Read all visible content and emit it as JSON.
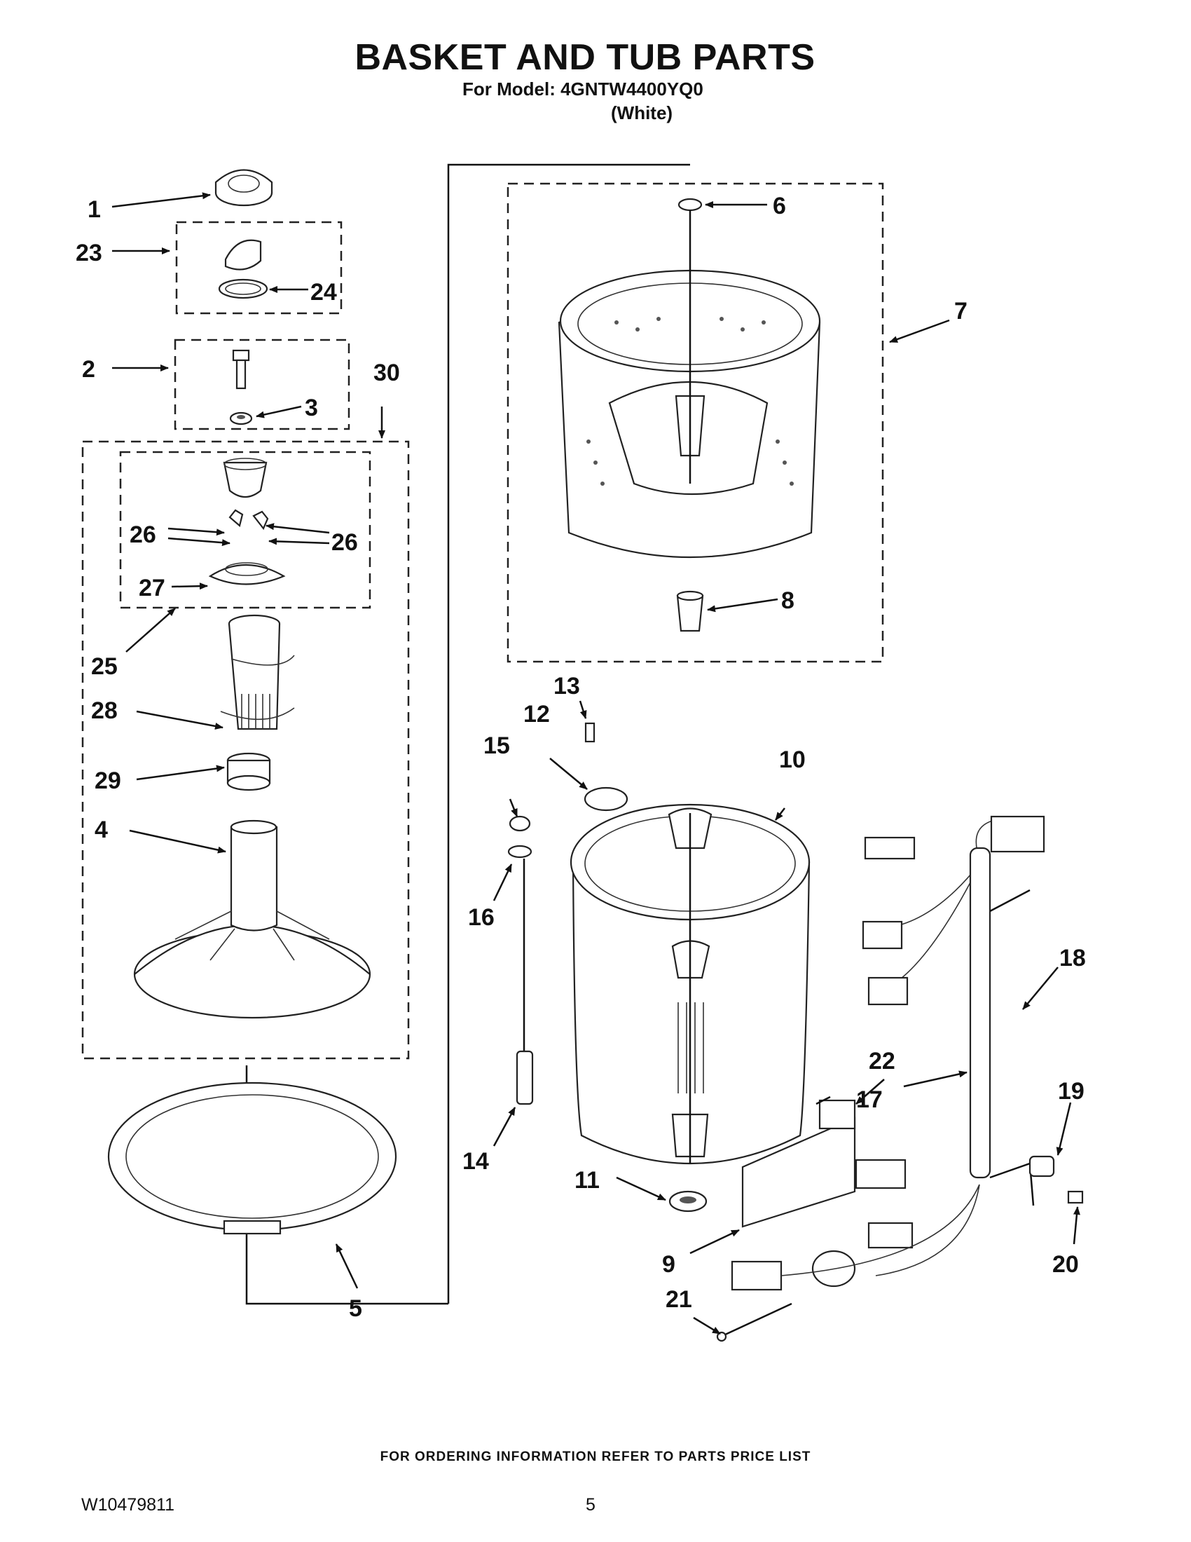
{
  "header": {
    "title": "BASKET AND TUB PARTS",
    "model_line": "For Model: 4GNTW4400YQ0",
    "color_line": "(White)"
  },
  "footer": {
    "ordering_note": "FOR ORDERING INFORMATION REFER TO PARTS PRICE LIST",
    "document_number": "W10479811",
    "page_number": "5"
  },
  "callouts": {
    "c1": "1",
    "c2": "2",
    "c3": "3",
    "c4": "4",
    "c5": "5",
    "c6": "6",
    "c7": "7",
    "c8": "8",
    "c9": "9",
    "c10": "10",
    "c11": "11",
    "c12": "12",
    "c13": "13",
    "c14": "14",
    "c15": "15",
    "c16": "16",
    "c17": "17",
    "c18": "18",
    "c19": "19",
    "c20": "20",
    "c21": "21",
    "c22": "22",
    "c23": "23",
    "c24": "24",
    "c25": "25",
    "c26a": "26",
    "c26b": "26",
    "c27": "27",
    "c28": "28",
    "c29": "29",
    "c30": "30"
  }
}
